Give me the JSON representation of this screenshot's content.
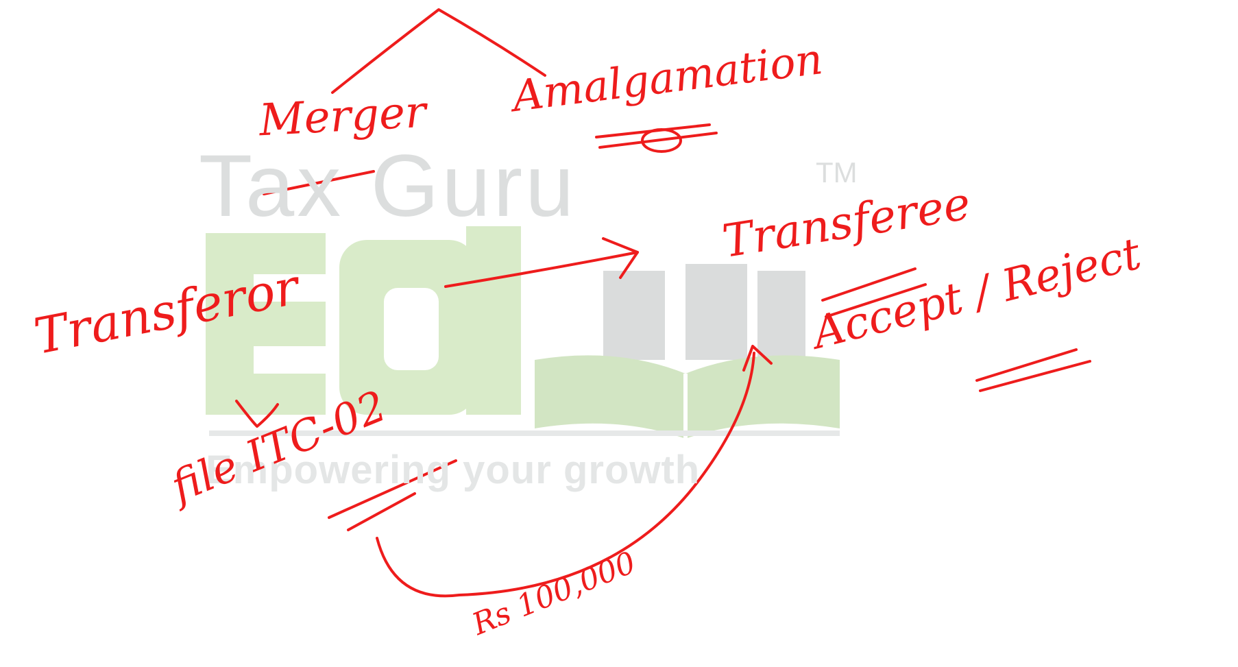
{
  "watermark": {
    "title": "Tax Guru",
    "trademark": "TM",
    "tagline": "Empowering your growth",
    "logo_name": "edu-book-logo",
    "colors": {
      "green": "#d7e9c8",
      "grey": "#dcdede",
      "book_green": "#cfe3c0"
    }
  },
  "annotations": {
    "merger": "Merger",
    "amalgamation": "Amalgamation",
    "transferor": "Transferor",
    "transferee": "Transferee",
    "accept_reject": "Accept / Reject",
    "file_form": "file ITC-02",
    "amount": "Rs 100,000",
    "ink_color": "#ee1c1c"
  }
}
